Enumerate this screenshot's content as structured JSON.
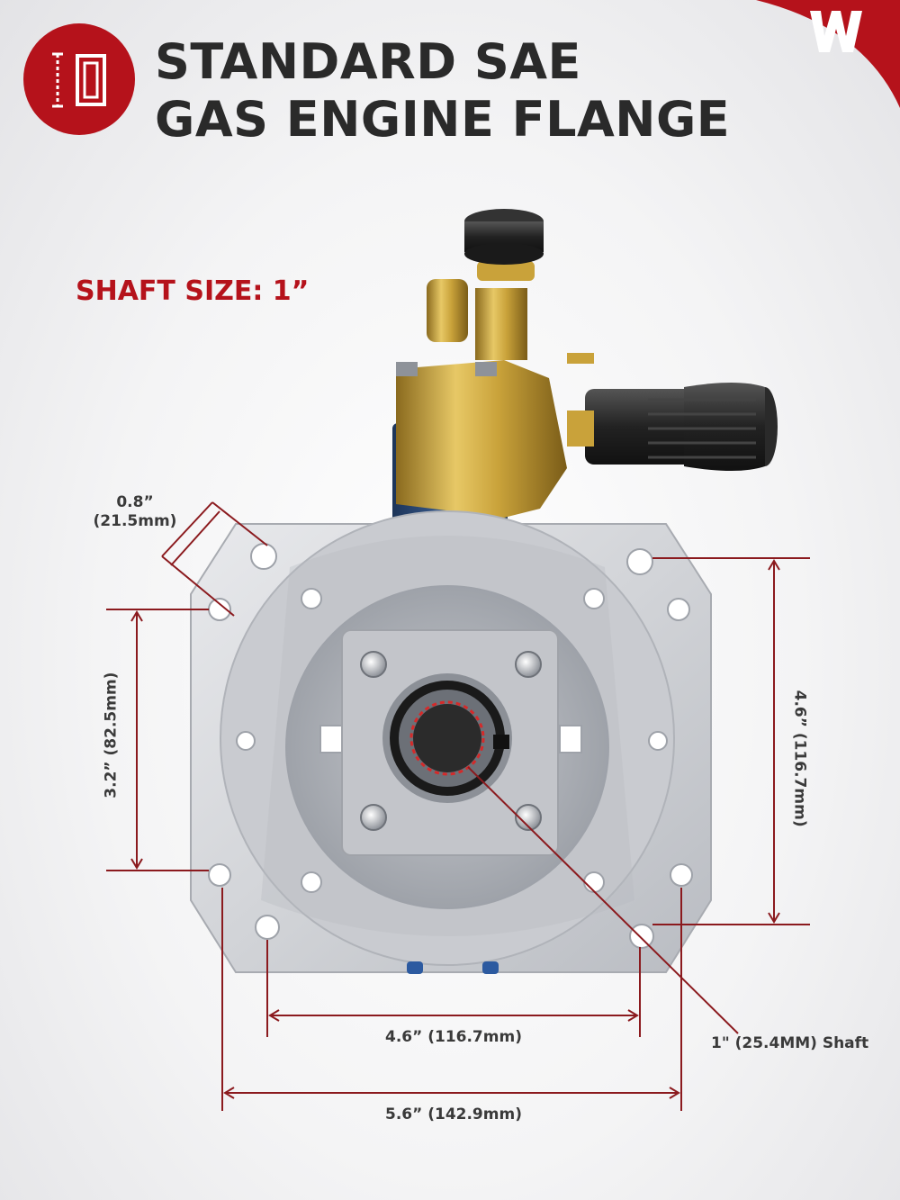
{
  "header": {
    "title_line1": "STANDARD SAE",
    "title_line2": "GAS ENGINE FLANGE",
    "icon": "flange-measurement-icon",
    "brand_corner": "brand-corner-mark"
  },
  "shaft_size": "SHAFT SIZE: 1”",
  "dimensions": {
    "hole_diameter_in": "0.8”",
    "hole_diameter_mm": "(21.5mm)",
    "left_height": "3.2” (82.5mm)",
    "right_height": "4.6” (116.7mm)",
    "inner_width": "4.6” (116.7mm)",
    "outer_width": "5.6” (142.9mm)",
    "shaft": "1\" (25.4MM) Shaft"
  },
  "colors": {
    "accent": "#b5121b",
    "title": "#2a2a2a",
    "flange": "#d4d6da",
    "brass": "#c9a23a",
    "blue": "#2c4a78"
  }
}
